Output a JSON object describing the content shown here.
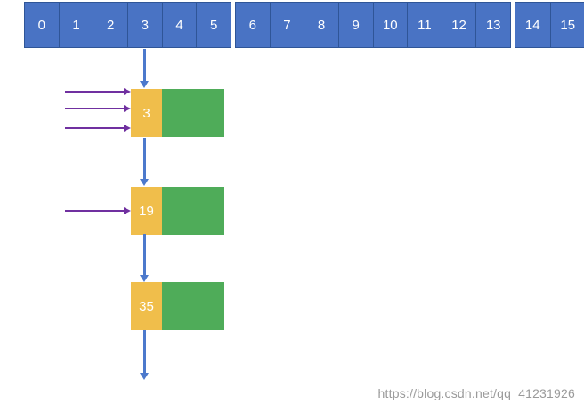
{
  "diagram_type": "hash-table-separate-chaining",
  "colors": {
    "cell_fill": "#4973C4",
    "cell_border": "#2F5597",
    "arrow_blue": "#4C79CC",
    "arrow_purple": "#7030A0",
    "node_key_fill": "#F0BE4B",
    "node_next_fill": "#4FAC59",
    "watermark_color": "#9A9A9A"
  },
  "bucket_array": {
    "groups": [
      {
        "cells": [
          "0",
          "1",
          "2",
          "3",
          "4",
          "5"
        ]
      },
      {
        "cells": [
          "6",
          "7",
          "8",
          "9",
          "10",
          "11",
          "12",
          "13"
        ]
      },
      {
        "cells": [
          "14",
          "15"
        ]
      }
    ]
  },
  "chain": {
    "nodes": [
      {
        "key": "3"
      },
      {
        "key": "19"
      },
      {
        "key": "35"
      }
    ]
  },
  "watermark": "https://blog.csdn.net/qq_41231926"
}
